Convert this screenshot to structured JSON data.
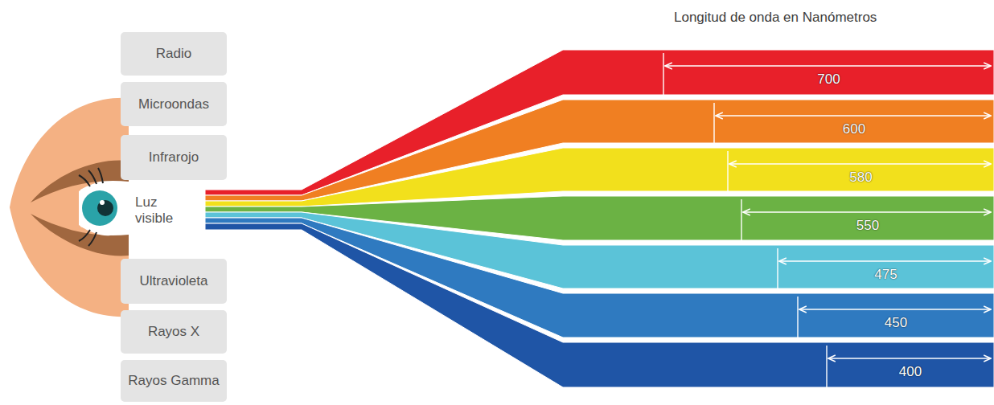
{
  "diagram": {
    "title": "Longitud de onda en Nanómetros",
    "nodes": [
      {
        "text": [
          "Radio"
        ]
      },
      {
        "text": [
          "Microondas"
        ]
      },
      {
        "text": [
          "Infrarojo"
        ]
      },
      {
        "text": [
          "Ultravioleta"
        ]
      },
      {
        "text": [
          "Rayos X"
        ]
      },
      {
        "text": [
          "Rayos Gamma"
        ]
      },
      {
        "text": [
          "700"
        ]
      },
      {
        "text": [
          "600"
        ]
      },
      {
        "text": [
          "580"
        ]
      },
      {
        "text": [
          "550"
        ]
      },
      {
        "text": [
          "475"
        ]
      },
      {
        "text": [
          "450"
        ]
      },
      {
        "text": [
          "400"
        ]
      }
    ],
    "labels": [
      "Luz visible"
    ]
  }
}
